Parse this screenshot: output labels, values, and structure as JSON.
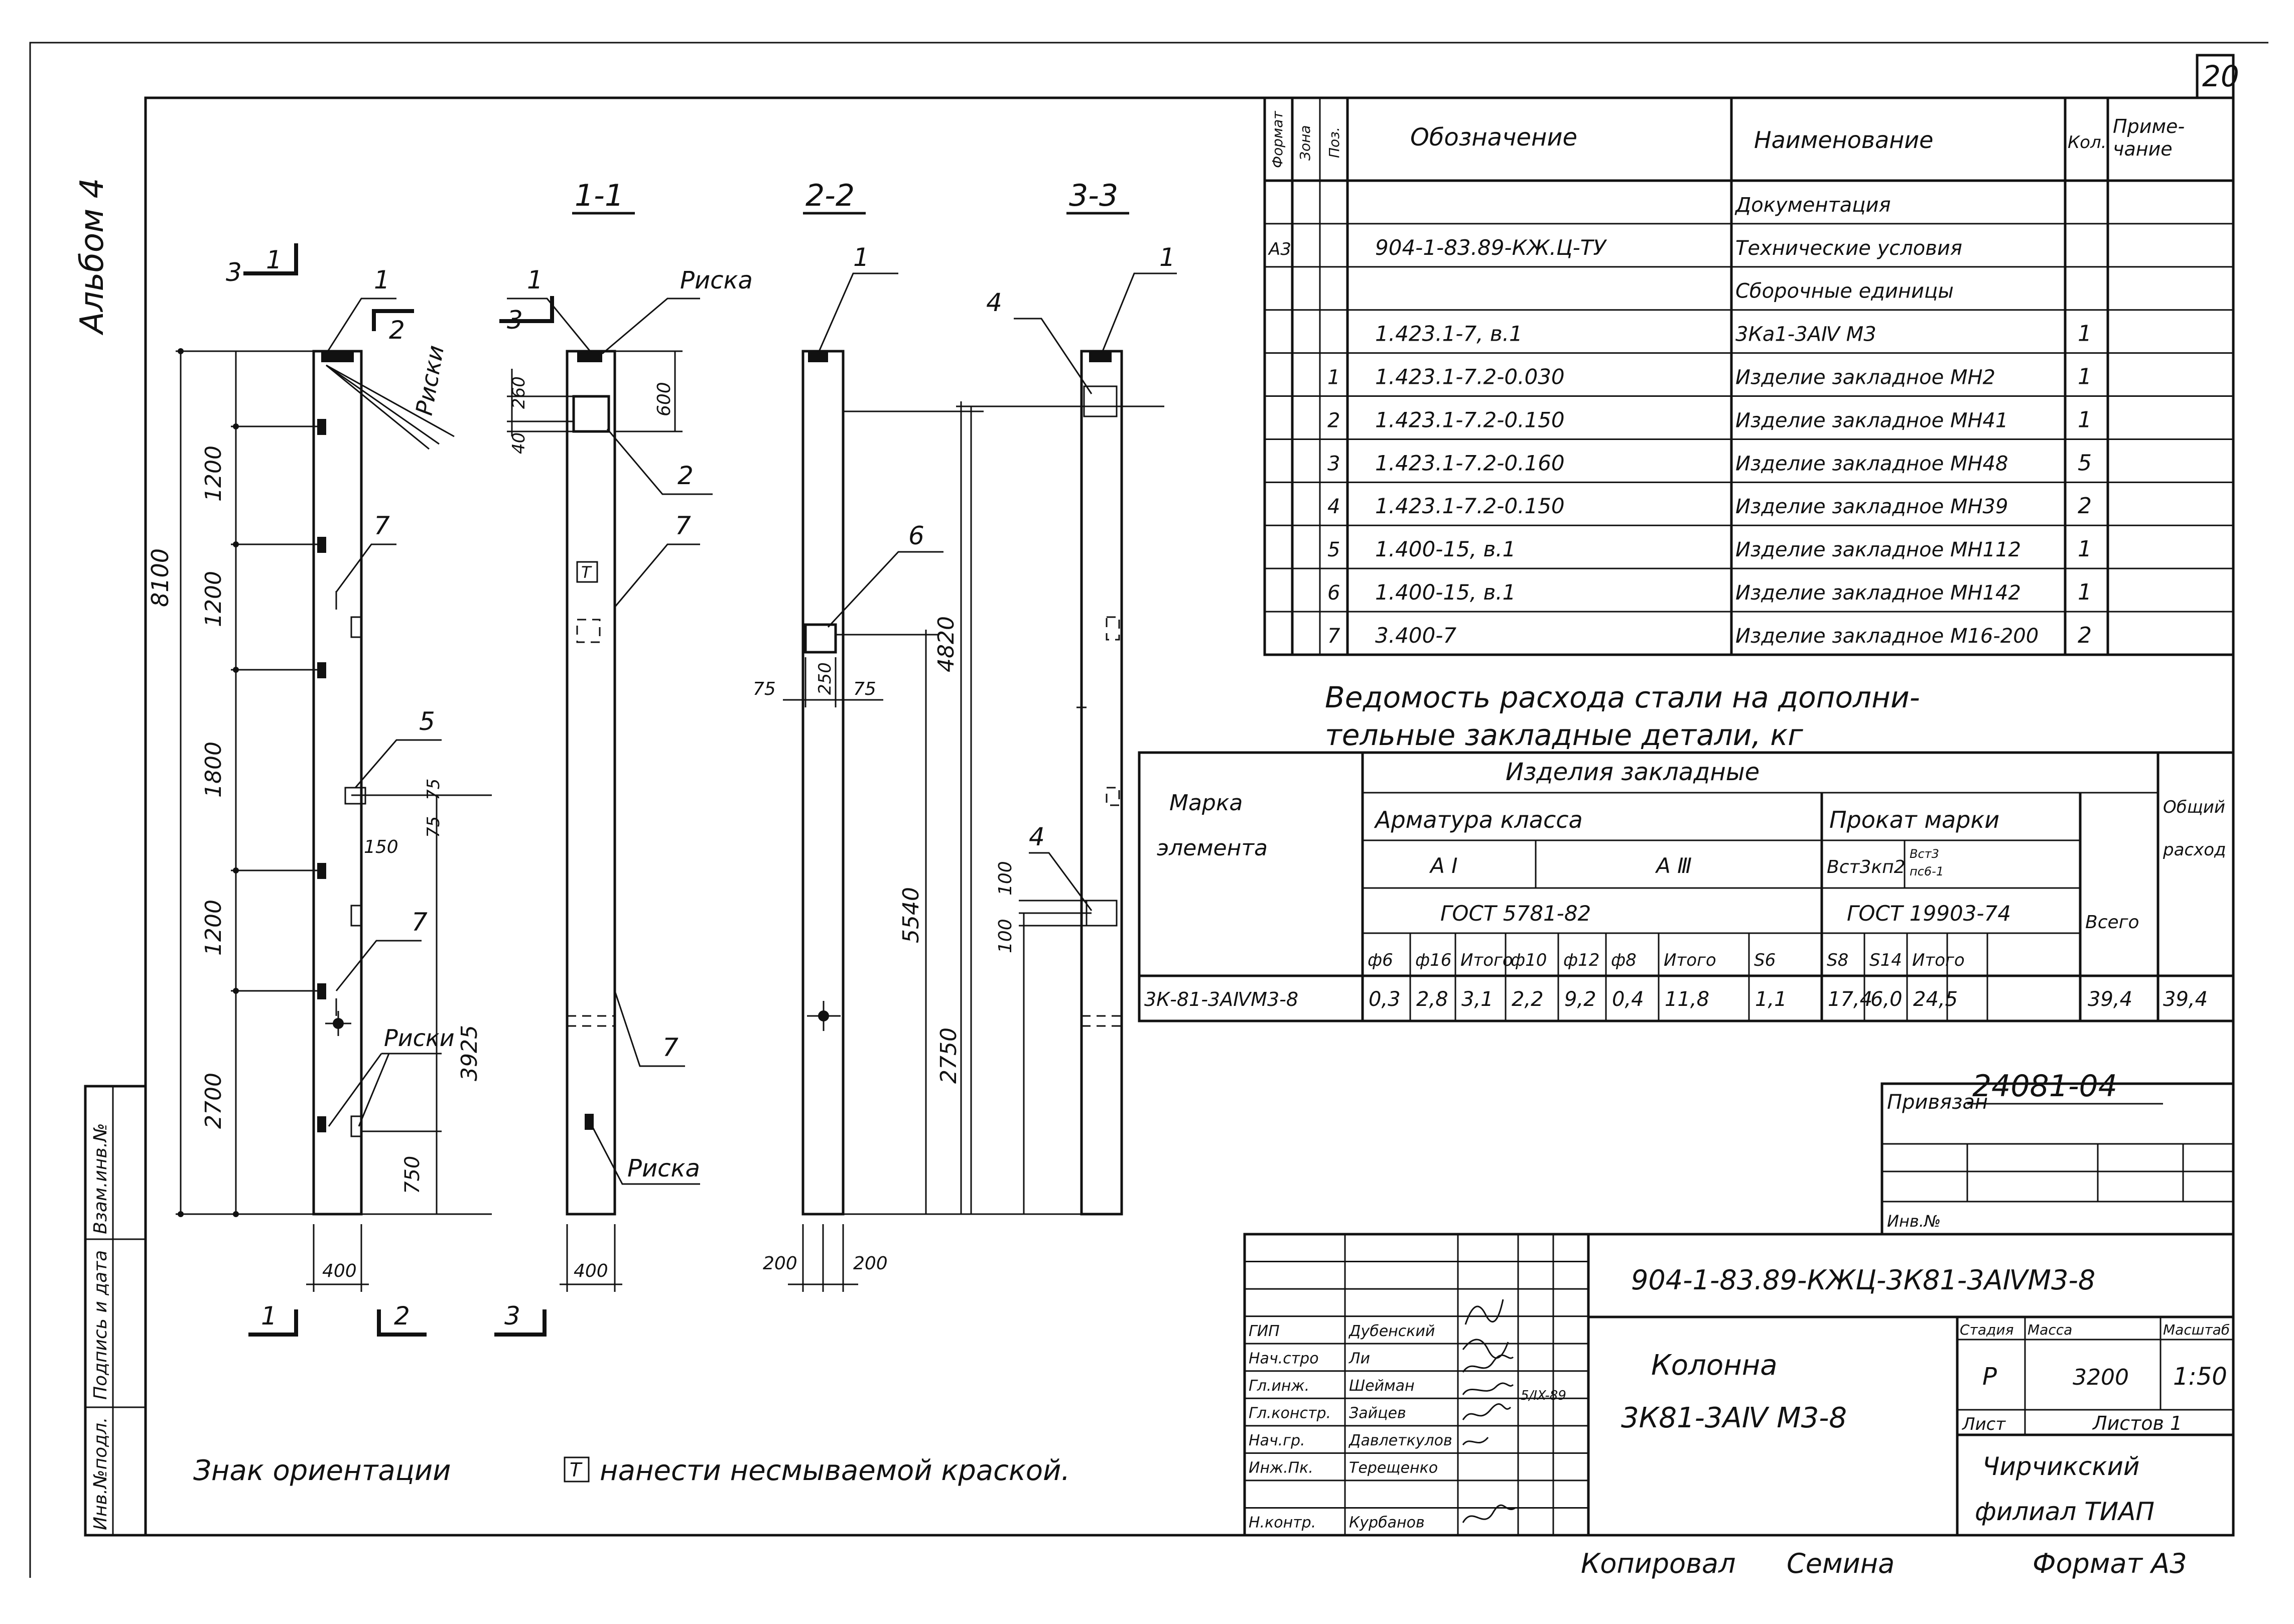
{
  "page_number": "20",
  "album_label": "Альбом 4",
  "section_labels": {
    "s1": "1-1",
    "s2": "2-2",
    "s3": "3-3"
  },
  "cut_marks": {
    "m1": "1",
    "m2": "2",
    "m3": "3"
  },
  "callouts": {
    "riska": "Риска",
    "riski": "Риски",
    "n1": "1",
    "n2": "2",
    "n4": "4",
    "n5": "5",
    "n6": "6",
    "n7": "7",
    "orient_sign": "Т"
  },
  "dims_main": {
    "total": "8100",
    "d1200a": "1200",
    "d1200b": "1200",
    "d1800": "1800",
    "d1200c": "1200",
    "d2700": "2700",
    "d3925": "3925",
    "d750": "750",
    "d150": "150",
    "d75a": "75",
    "d75b": "75",
    "w400": "400"
  },
  "dims_s1": {
    "d260": "260",
    "d40": "40",
    "d600": "600",
    "w400": "400"
  },
  "dims_s2": {
    "d75l": "75",
    "d250": "250",
    "d75r": "75",
    "d4820": "4820",
    "d5540": "5540",
    "w200a": "200",
    "w200b": "200"
  },
  "dims_s3": {
    "d100a": "100",
    "d100b": "100",
    "d2750": "2750"
  },
  "spec": {
    "headers": {
      "format": "Формат",
      "zone": "Зона",
      "pos": "Поз.",
      "designation": "Обозначение",
      "name": "Наименование",
      "qty": "Кол.",
      "note": "Приме-\nчание"
    },
    "rows": [
      {
        "format": "",
        "pos": "",
        "designation": "",
        "name": "Документация",
        "qty": ""
      },
      {
        "format": "А3",
        "pos": "",
        "designation": "904-1-83.89-КЖ.Ц-ТУ",
        "name": "Технические условия",
        "qty": ""
      },
      {
        "format": "",
        "pos": "",
        "designation": "",
        "name": "Сборочные единицы",
        "qty": ""
      },
      {
        "format": "",
        "pos": "",
        "designation": "1.423.1-7, в.1",
        "name": "3Ка1-3АⅣ М3",
        "qty": "1"
      },
      {
        "format": "",
        "pos": "1",
        "designation": "1.423.1-7.2-0.030",
        "name": "Изделие закладное МН2",
        "qty": "1"
      },
      {
        "format": "",
        "pos": "2",
        "designation": "1.423.1-7.2-0.150",
        "name": "Изделие закладное МН41",
        "qty": "1"
      },
      {
        "format": "",
        "pos": "3",
        "designation": "1.423.1-7.2-0.160",
        "name": "Изделие закладное МН48",
        "qty": "5"
      },
      {
        "format": "",
        "pos": "4",
        "designation": "1.423.1-7.2-0.150",
        "name": "Изделие закладное МН39",
        "qty": "2"
      },
      {
        "format": "",
        "pos": "5",
        "designation": "1.400-15, в.1",
        "name": "Изделие закладное МН112",
        "qty": "1"
      },
      {
        "format": "",
        "pos": "6",
        "designation": "1.400-15, в.1",
        "name": "Изделие закладное МН142",
        "qty": "1"
      },
      {
        "format": "",
        "pos": "7",
        "designation": "3.400-7",
        "name": "Изделие закладное М16-200",
        "qty": "2"
      }
    ]
  },
  "steel": {
    "title_l1": "Ведомость расхода стали на дополни-",
    "title_l2": "тельные закладные детали, кг",
    "mark_header": "Марка\nэлемента",
    "group_header": "Изделия закладные",
    "armatura": "Арматура класса",
    "prokat": "Прокат марки",
    "a1": "А I",
    "a3": "А Ⅲ",
    "vst": "Вст3кп2",
    "vst2": "Вст3\nпс6-1",
    "gost1": "ГОСТ 5781-82",
    "gost2": "ГОСТ 19903-74",
    "total_col": "Всего",
    "general": "Общий\nрасход",
    "cols": [
      "ф6",
      "ф16",
      "Итого",
      "ф10",
      "ф12",
      "ф8",
      "Итого",
      "S6",
      "S8",
      "S14",
      "Итого"
    ],
    "row_mark": "3К-81-3АⅣМ3-8",
    "row_values": [
      "0,3",
      "2,8",
      "3,1",
      "2,2",
      "9,2",
      "0,4",
      "11,8",
      "1,1",
      "17,4",
      "6,0",
      "24,5",
      "39,4",
      "39,4"
    ]
  },
  "title_block": {
    "project_code": "24081-04",
    "privyazan": "Привязан",
    "inv": "Инв.№",
    "doc_code": "904-1-83.89-КЖЦ-3К81-3АⅣМ3-8",
    "roles": [
      {
        "role": "ГИП",
        "name": "Дубенский"
      },
      {
        "role": "Нач.стро",
        "name": "Ли"
      },
      {
        "role": "Гл.инж.",
        "name": "Шейман"
      },
      {
        "role": "Гл.констр.",
        "name": "Зайцев"
      },
      {
        "role": "Нач.гр.",
        "name": "Давлеткулов"
      },
      {
        "role": "Инж.Пк.",
        "name": "Терещенко"
      },
      {
        "role": "",
        "name": ""
      },
      {
        "role": "Н.контр.",
        "name": "Курбанов"
      }
    ],
    "date_mark": "5/IX-89",
    "item_name_l1": "Колонна",
    "item_name_l2": "3К81-3АⅣ М3-8",
    "stadia_h": "Стадия",
    "massa_h": "Масса",
    "masshtab_h": "Масштаб",
    "stadia": "Р",
    "massa": "3200",
    "masshtab": "1:50",
    "list": "Лист",
    "listov": "Листов 1",
    "org_l1": "Чирчикский",
    "org_l2": "филиал ТИАП"
  },
  "left_strip": {
    "inv_podl": "Инв.№подл.",
    "podpis": "Подпись и дата",
    "vzam": "Взам.инв.№"
  },
  "bottom": {
    "orient_l": "Знак ориентации",
    "orient_mark": "Т",
    "orient_r": "нанести несмываемой краской.",
    "copied_by": "Копировал",
    "copier": "Семина",
    "format": "Формат А3"
  }
}
